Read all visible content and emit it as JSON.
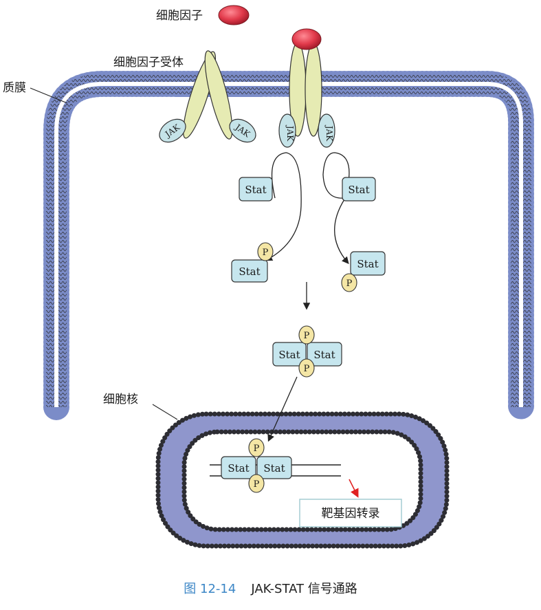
{
  "labels": {
    "cytokine": "细胞因子",
    "receptor": "细胞因子受体",
    "membrane": "质膜",
    "nucleus": "细胞核",
    "target": "靶基因转录"
  },
  "proteins": {
    "jak": "JAK",
    "stat": "Stat",
    "phospho": "P"
  },
  "caption": {
    "number": "图 12-14",
    "title": "JAK-STAT 信号通路"
  },
  "colors": {
    "membrane_head": "#7b8cc8",
    "membrane_band": "#ffffff",
    "nucleus_fill": "#8f96cc",
    "nucleus_bead": "#2d2d33",
    "receptor": "#e6ebb3",
    "jak_fill": "#c5e3e8",
    "stat_fill": "#c6e6ee",
    "p_fill": "#f4e6a5",
    "cytokine": "#e13a4b",
    "target_arrow": "#e02222",
    "caption_number": "#3b86c6"
  }
}
